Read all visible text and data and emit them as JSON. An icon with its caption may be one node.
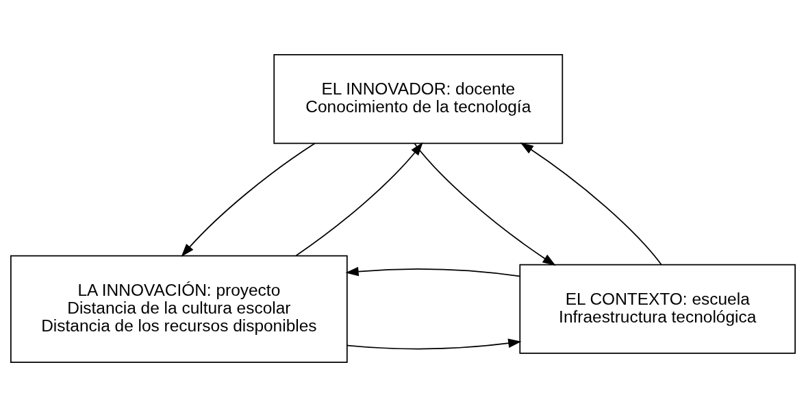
{
  "diagram": {
    "nodes": [
      {
        "text": [
          "EL INNOVADOR: docente",
          "Conocimiento de la tecnología"
        ]
      },
      {
        "text": [
          "LA INNOVACIÓN: proyecto",
          "Distancia de la cultura escolar",
          "Distancia de los recursos disponibles"
        ]
      },
      {
        "text": [
          "EL CONTEXTO: escuela",
          "Infraestructura tecnológica"
        ]
      }
    ],
    "edges": [
      {
        "from": 0,
        "to": 1,
        "arrow": "to"
      },
      {
        "from": 1,
        "to": 0,
        "arrow": "to"
      },
      {
        "from": 2,
        "to": 0,
        "arrow": "to"
      },
      {
        "from": 0,
        "to": 2,
        "arrow": "to"
      },
      {
        "from": 1,
        "to": 2,
        "arrow": "to"
      },
      {
        "from": 2,
        "to": 1,
        "arrow": "to"
      }
    ]
  }
}
